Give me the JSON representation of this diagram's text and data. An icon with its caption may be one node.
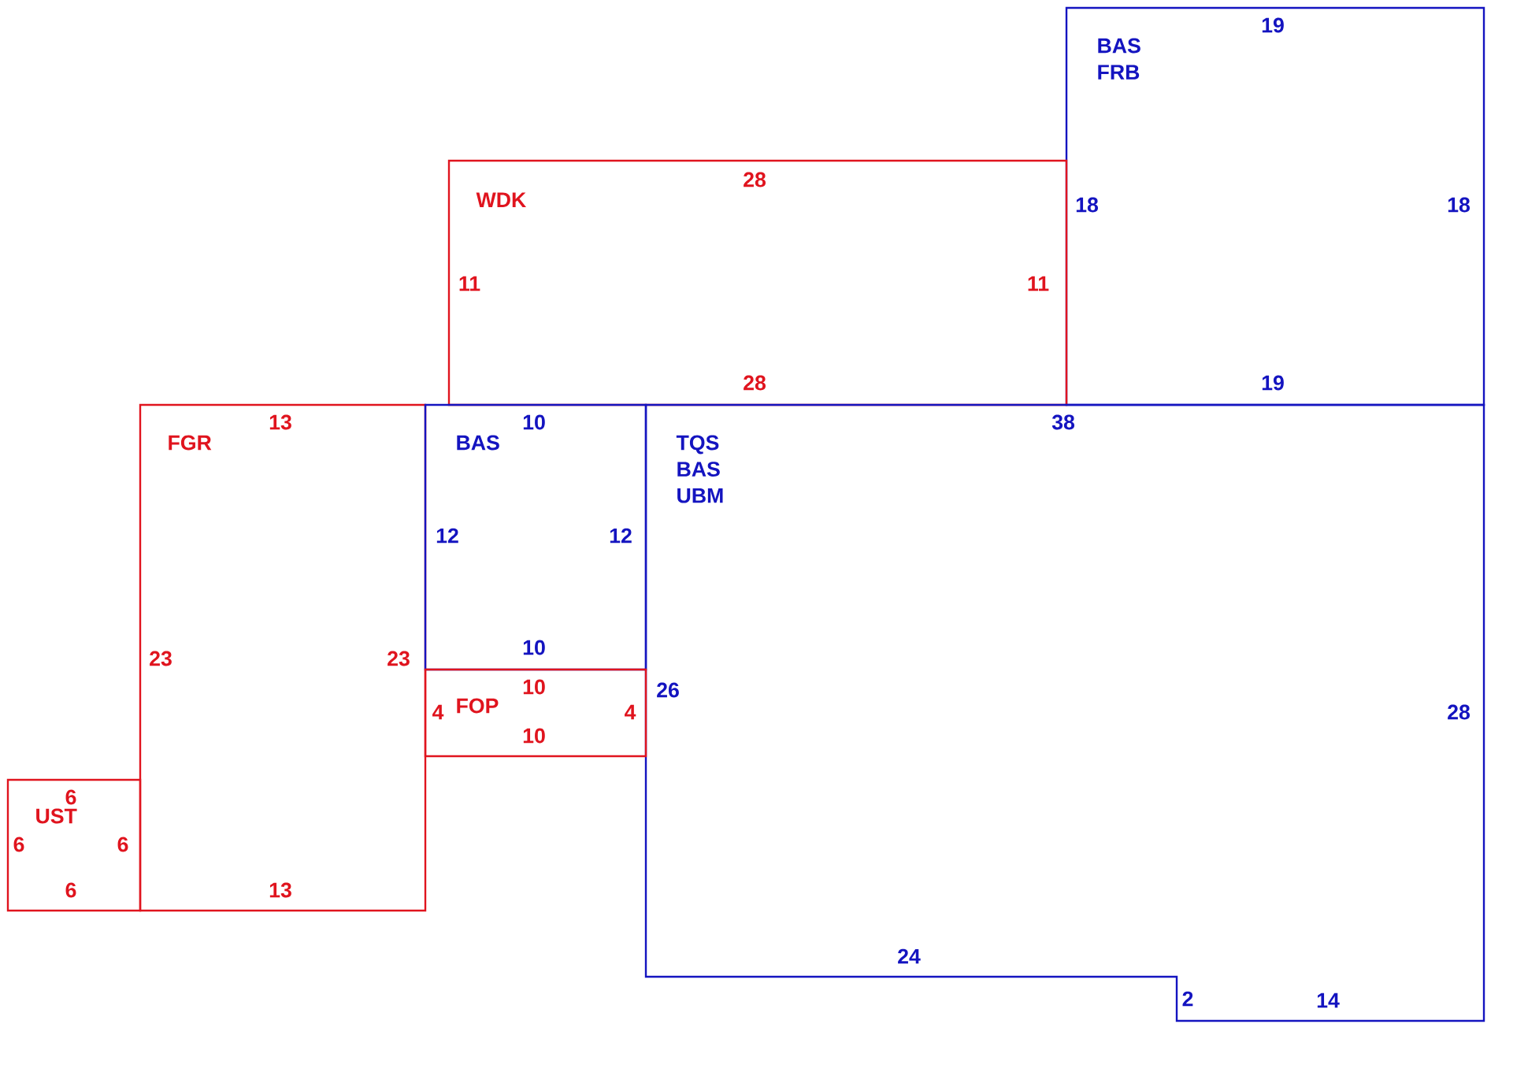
{
  "diagram": {
    "nodes": [
      {
        "text": [
          "BAS FRB"
        ]
      },
      {
        "text": [
          "WDK"
        ]
      },
      {
        "text": [
          "FGR"
        ]
      },
      {
        "text": [
          "BAS"
        ]
      },
      {
        "text": [
          "TQS BAS UBM"
        ]
      },
      {
        "text": [
          "FOP"
        ]
      },
      {
        "text": [
          "UST"
        ]
      }
    ],
    "labels": [
      "19",
      "28",
      "18",
      "18",
      "11",
      "11",
      "28",
      "19",
      "13",
      "10",
      "38",
      "12",
      "12",
      "23",
      "23",
      "10",
      "10",
      "26",
      "4",
      "4",
      "28",
      "10",
      "6",
      "6",
      "6",
      "6",
      "13",
      "24",
      "2",
      "14"
    ]
  }
}
